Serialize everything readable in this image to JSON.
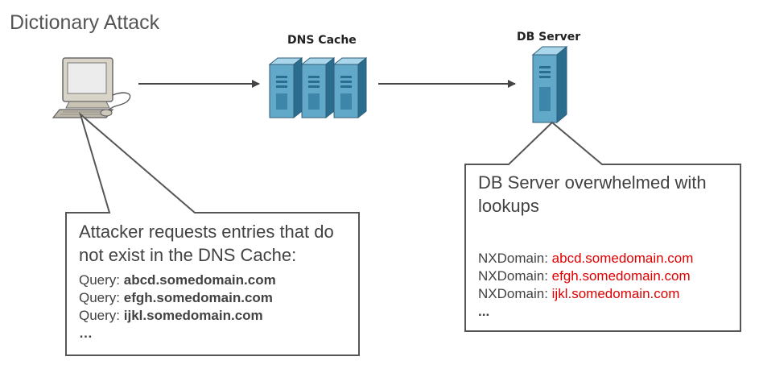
{
  "title": "Dictionary Attack",
  "nodes": {
    "dns_cache": "DNS Cache",
    "db_server": "DB Server"
  },
  "attacker_callout": {
    "heading": "Attacker requests entries that do not exist in the DNS Cache:",
    "prefix": "Query:",
    "queries": [
      "abcd.somedomain.com",
      "efgh.somedomain.com",
      "ijkl.somedomain.com"
    ],
    "ellipsis": "…"
  },
  "db_callout": {
    "heading": "DB Server overwhelmed with lookups",
    "prefix": "NXDomain:",
    "domains": [
      "abcd.somedomain.com",
      "efgh.somedomain.com",
      "ijkl.somedomain.com"
    ],
    "ellipsis": "..."
  },
  "colors": {
    "server_front": "#62a9c9",
    "server_side": "#2a6d8f",
    "server_top": "#a9d6ea",
    "nx_red": "#e00000",
    "callout_border": "#555555"
  }
}
